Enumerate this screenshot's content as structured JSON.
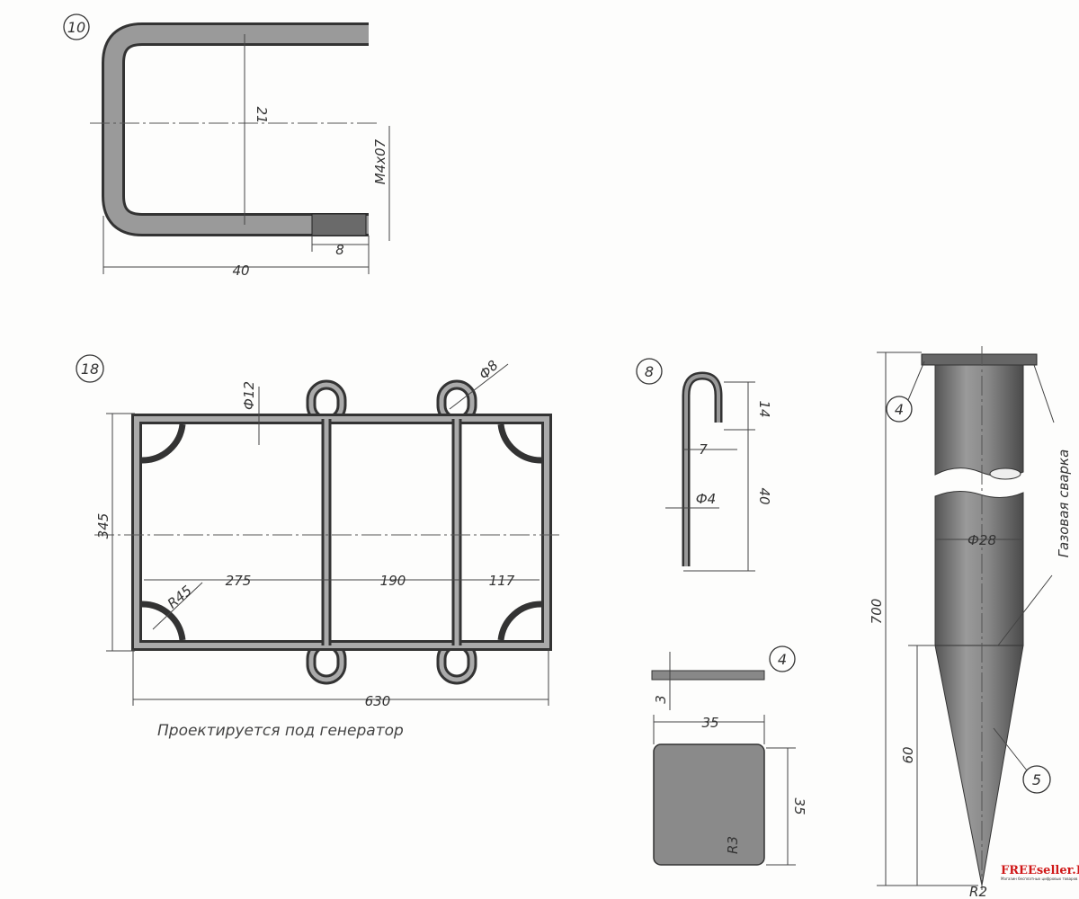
{
  "part10": {
    "number": "10",
    "dim_height": "21",
    "thread": "M4x07",
    "dim_thread_length": "8",
    "dim_width": "40"
  },
  "part18": {
    "number": "18",
    "rod_diameter": "Ф12",
    "loop_diameter": "Ф8",
    "dim_height": "345",
    "dim_seg1": "275",
    "dim_seg2": "190",
    "dim_seg3": "117",
    "corner_radius": "R45",
    "dim_width": "630",
    "caption": "Проектируется под генератор"
  },
  "part8": {
    "number": "8",
    "dim_hook": "14",
    "dim_hook_width": "7",
    "diameter": "Ф4",
    "dim_length": "40"
  },
  "part4": {
    "number": "4",
    "thickness": "3",
    "dim_width": "35",
    "dim_height": "35",
    "corner_radius": "R3"
  },
  "part5": {
    "flange_number": "4",
    "number": "5",
    "weld_note": "Газовая сварка",
    "diameter": "Ф28",
    "dim_total": "700",
    "dim_cone": "60",
    "tip_radius": "R2"
  },
  "watermark": {
    "brand": "FREEseller.RV",
    "tagline": "Магазин бесплатных цифровых товаров",
    "color": "#d01818"
  }
}
